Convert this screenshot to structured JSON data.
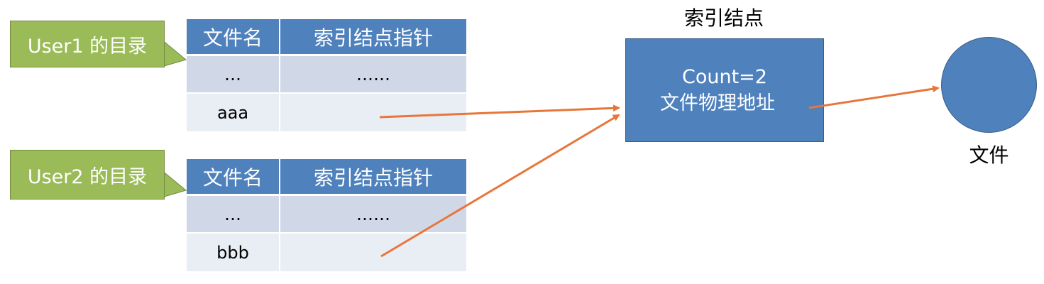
{
  "directories": [
    {
      "label": "User1 的目录",
      "header": {
        "name": "文件名",
        "pointer": "索引结点指针"
      },
      "rows": [
        {
          "name": "…",
          "pointer": "……"
        },
        {
          "name": "aaa",
          "pointer": ""
        }
      ]
    },
    {
      "label": "User2 的目录",
      "header": {
        "name": "文件名",
        "pointer": "索引结点指针"
      },
      "rows": [
        {
          "name": "…",
          "pointer": "……"
        },
        {
          "name": "bbb",
          "pointer": ""
        }
      ]
    }
  ],
  "inode": {
    "caption": "索引结点",
    "count": "Count=2",
    "address": "文件物理地址"
  },
  "file": {
    "label": "文件"
  },
  "colors": {
    "table_header": "#4f81bd",
    "table_row_a": "#d0d8e8",
    "table_row_b": "#e9edf4",
    "callout_fill": "#9bbb59",
    "shape_fill": "#4f81bd",
    "arrow": "#e8763a"
  }
}
